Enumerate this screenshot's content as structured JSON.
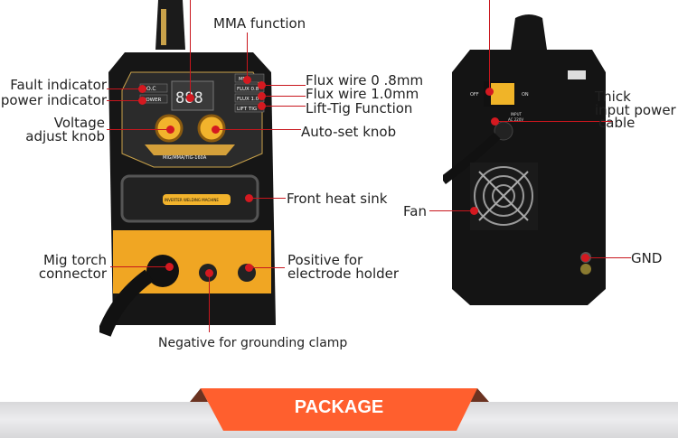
{
  "front_labels": {
    "mma": "MMA function",
    "fault": "Fault indicator",
    "power": "power indicator",
    "voltage_1": "Voltage",
    "voltage_2": "adjust knob",
    "flux08": "Flux wire 0 .8mm",
    "flux10": "Flux wire 1.0mm",
    "lifttig": "Lift-Tig Function",
    "autoset": "Auto-set knob",
    "heatsink": "Front heat sink",
    "mig_1": "Mig torch",
    "mig_2": "connector",
    "pos_1": "Positive for",
    "pos_2": "electrode holder",
    "neg": "Negative for grounding clamp"
  },
  "panel": {
    "model": "MIG/MMA/TIG-160A",
    "plate": "INVERTER WELDING MACHINE",
    "display": "888",
    "oc": "O.C",
    "power": "POWER",
    "mma": "MMA",
    "flux08": "FLUX 0.8",
    "flux10": "FLUX 1.0",
    "lift": "LIFT TIG"
  },
  "back_labels": {
    "thick_1": "Thick",
    "thick_2": "input power",
    "thick_3": "cable",
    "fan": "Fan",
    "gnd": "GND"
  },
  "back_panel": {
    "off": "OFF",
    "on": "ON",
    "input_1": "INPUT",
    "input_2": "AC 220V"
  },
  "banner": {
    "title": "PACKAGE",
    "color": "#ff5f2e"
  }
}
